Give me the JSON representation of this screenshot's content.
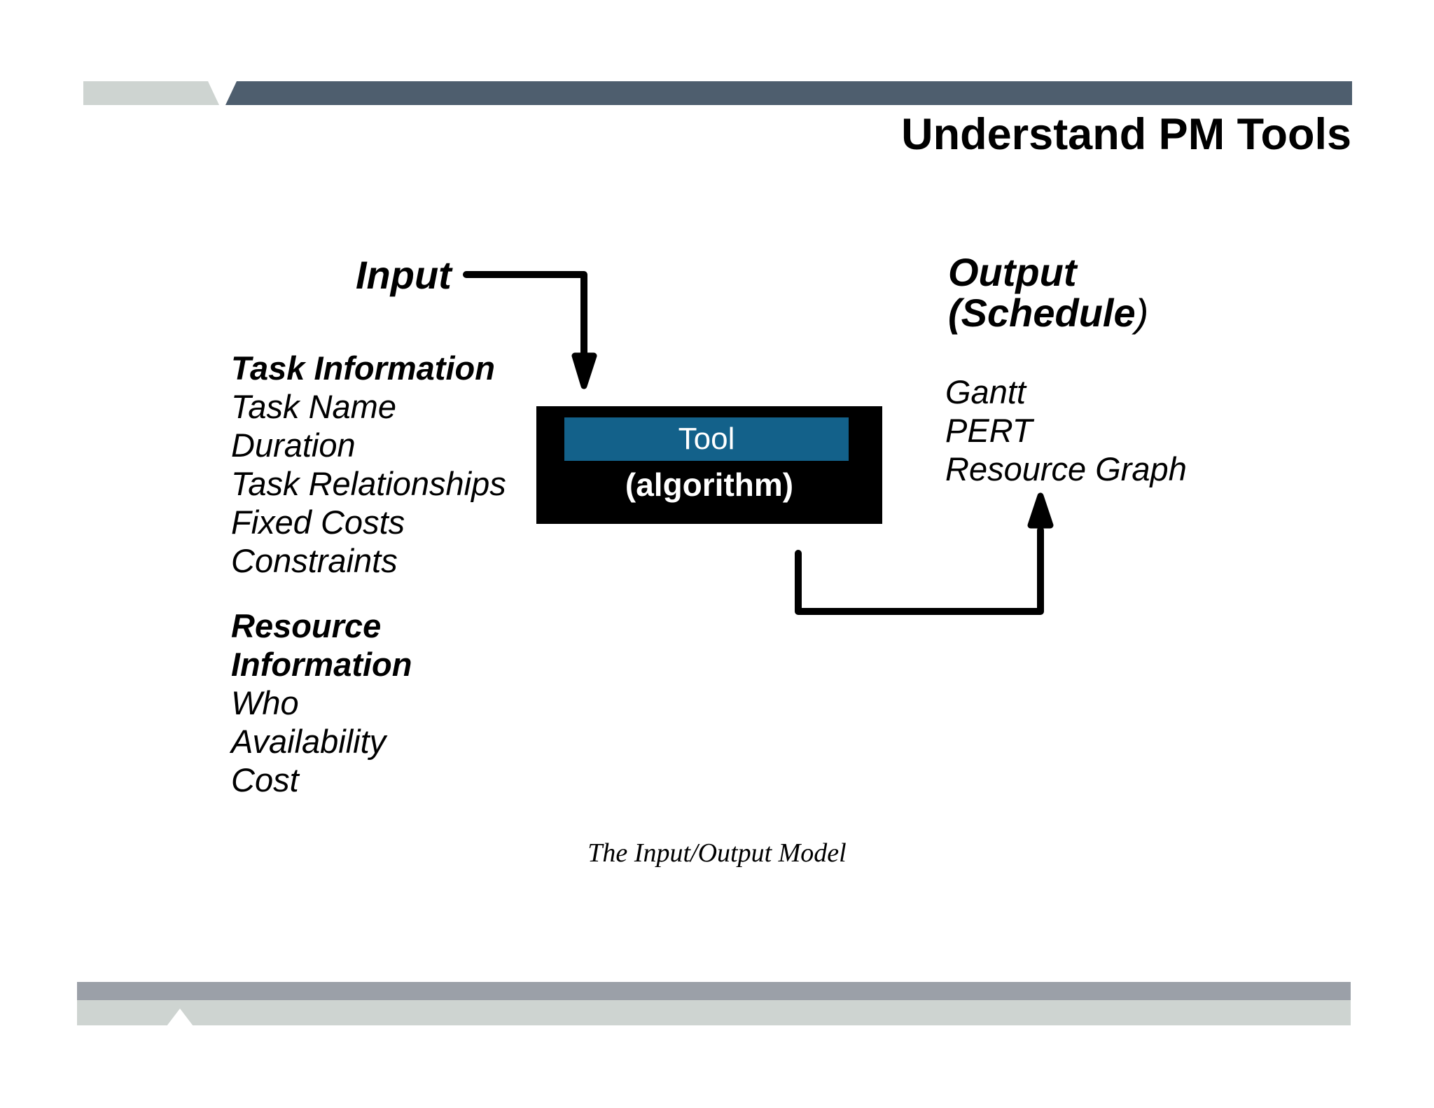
{
  "slide": {
    "title": "Understand PM Tools",
    "caption": "The Input/Output Model"
  },
  "diagram": {
    "input_label": "Input",
    "output_label": {
      "line1": "Output",
      "line2_bold": "(Schedule",
      "line2_close": ")"
    },
    "tool_box": {
      "name": "Tool",
      "subtitle": "(algorithm)"
    },
    "task_info": {
      "heading": "Task Information",
      "items": [
        "Task Name",
        "Duration",
        "Task Relationships",
        "Fixed Costs",
        "Constraints"
      ]
    },
    "resource_info": {
      "heading_line1": "Resource",
      "heading_line2": "Information",
      "items": [
        "Who",
        "Availability",
        "Cost"
      ]
    },
    "outputs": [
      "Gantt",
      "PERT",
      "Resource Graph"
    ]
  },
  "colors": {
    "tool_bar_blue": "#13618a",
    "tool_box_black": "#000000",
    "top_bar_dark": "#4e5e6e",
    "accent_light_gray": "#ced4d1",
    "bottom_bar_gray": "#9ba0a8",
    "text": "#000000",
    "background": "#ffffff"
  }
}
